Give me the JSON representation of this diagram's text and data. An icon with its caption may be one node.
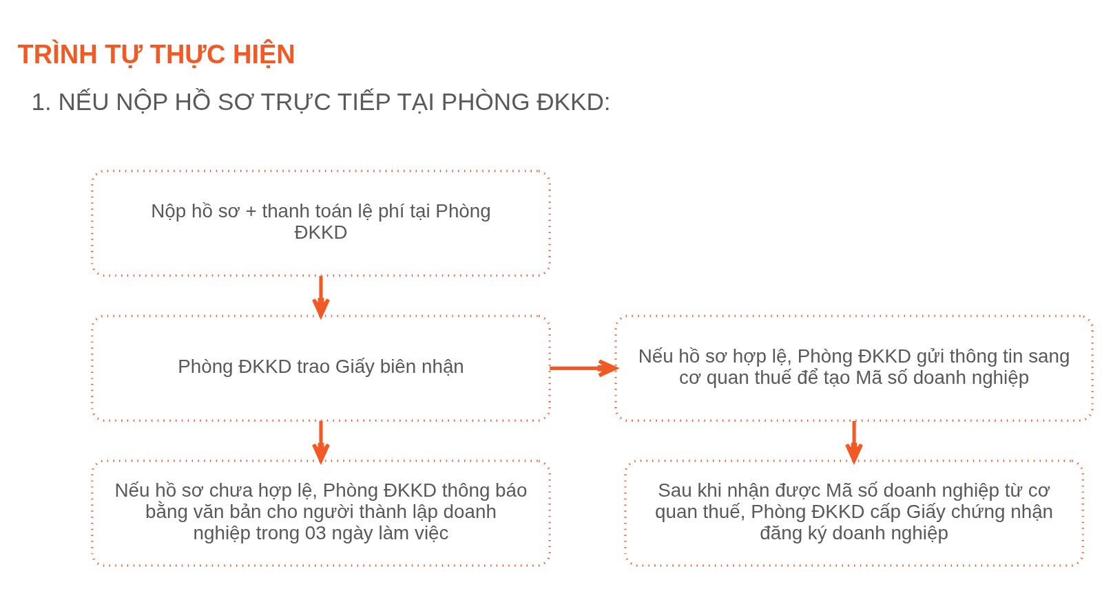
{
  "diagram": {
    "title": "TRÌNH TỰ THỰC HIỆN",
    "nodes": [
      {
        "text": [
          "Nộp hồ sơ + thanh toán lệ phí tại Phòng ĐKKD"
        ]
      },
      {
        "text": [
          "Phòng ĐKKD trao Giấy biên nhận"
        ]
      },
      {
        "text": [
          "Nếu hồ sơ hợp lệ, Phòng ĐKKD gửi thông tin sang cơ quan thuế để tạo Mã số doanh nghiệp"
        ]
      },
      {
        "text": [
          "Nếu hồ sơ chưa hợp lệ, Phòng ĐKKD thông báo bằng văn bản cho người thành lập doanh nghiệp trong 03 ngày làm việc"
        ]
      },
      {
        "text": [
          "Sau khi nhận được Mã số doanh nghiệp từ cơ quan thuế, Phòng ĐKKD cấp Giấy chứng nhận đăng ký doanh nghiệp"
        ]
      }
    ],
    "edges": [
      {
        "from": 0,
        "to": 1,
        "arrow": "to"
      },
      {
        "from": 1,
        "to": 2,
        "arrow": "to"
      },
      {
        "from": 1,
        "to": 3,
        "arrow": "to"
      },
      {
        "from": 2,
        "to": 4,
        "arrow": "to"
      }
    ],
    "labels": [
      "1. NẾU NỘP HỒ SƠ TRỰC TIẾP TẠI PHÒNG ĐKKD:"
    ]
  }
}
